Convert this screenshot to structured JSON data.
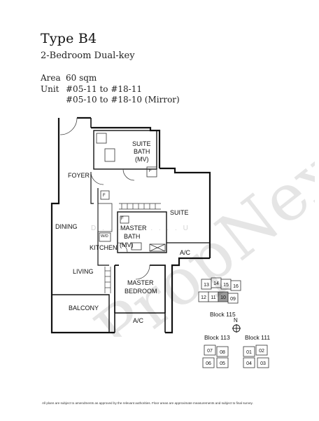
{
  "header": {
    "title": "Type B4",
    "subtitle": "2-Bedroom Dual-key"
  },
  "specs": {
    "area_label": "Area",
    "area_value": "60 sqm",
    "unit_label": "Unit",
    "unit_line1": "#05-11 to #18-11",
    "unit_line2": "#05-10 to #18-10 (Mirror)"
  },
  "rooms": {
    "foyer": "FOYER",
    "suite_bath_1": "SUITE",
    "suite_bath_2": "BATH",
    "suite_bath_3": "(MV)",
    "suite": "SUITE",
    "dining": "DINING",
    "kitchen": "KITCHEN",
    "master_bath_1": "MASTER",
    "master_bath_2": "BATH",
    "master_bath_3": "(MV)",
    "ac_upper": "A/C",
    "living": "LIVING",
    "master_bedroom_1": "MASTER",
    "master_bedroom_2": "BEDROOM",
    "balcony": "BALCONY",
    "ac_lower": "A/C",
    "fridge": "F",
    "wd": "W/D"
  },
  "key_plan": {
    "block_115": "Block 115",
    "block_113": "Block 113",
    "block_111": "Block 111",
    "north": "N",
    "units_115": [
      "13",
      "14",
      "15",
      "16",
      "12",
      "11",
      "10",
      "09"
    ],
    "units_113": [
      "07",
      "08",
      "06",
      "05"
    ],
    "units_111": [
      "01",
      "02",
      "04",
      "03"
    ]
  },
  "watermark": "PropNex",
  "watermark_domain": "D   .   .   .   .   .   .   .   .   .   .   U",
  "disclaimer": "All plans are subject to amendments as approved by the relevant authorities. Floor areas are approximate measurements and subject to final survey."
}
